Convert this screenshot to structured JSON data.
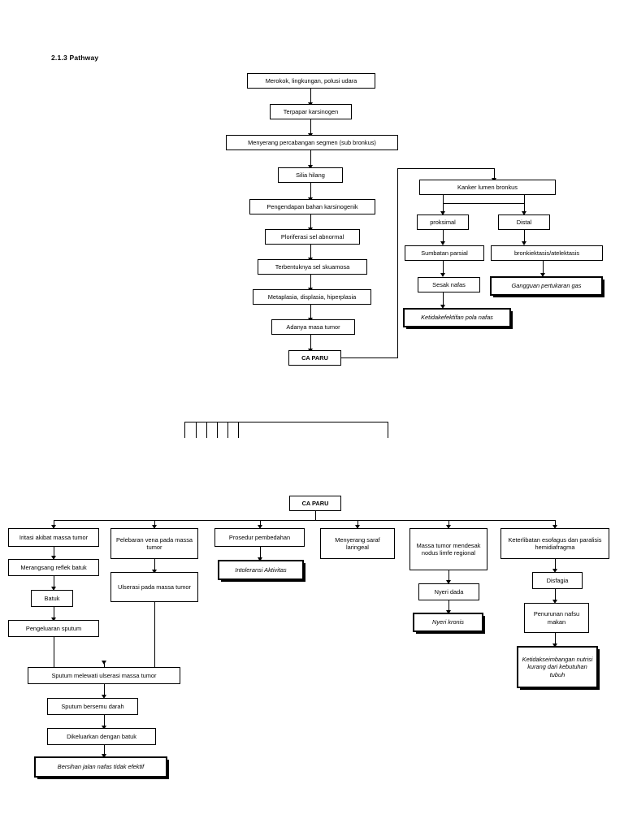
{
  "title": "2.1.3  Pathway",
  "diagram": {
    "type": "flowchart",
    "top": {
      "nodes": [
        {
          "id": "t1",
          "label": "Merokok, lingkungan, polusi udara"
        },
        {
          "id": "t2",
          "label": "Terpapar karsinogen"
        },
        {
          "id": "t3",
          "label": "Menyerang percabangan segmen (sub bronkus)"
        },
        {
          "id": "t4",
          "label": "Silia hilang"
        },
        {
          "id": "t5",
          "label": "Pengendapan bahan karsinogenik"
        },
        {
          "id": "t6",
          "label": "Ploriferasi sel abnormal"
        },
        {
          "id": "t7",
          "label": "Terbentuknya sel skuamosa"
        },
        {
          "id": "t8",
          "label": "Metaplasia, displasia, hiperplasia"
        },
        {
          "id": "t9",
          "label": "Adanya masa tumor"
        },
        {
          "id": "t10",
          "label": "CA PARU"
        }
      ],
      "right": [
        {
          "id": "r1",
          "label": "Kanker lumen bronkus"
        },
        {
          "id": "r2",
          "label": "proksimal"
        },
        {
          "id": "r3",
          "label": "Distal"
        },
        {
          "id": "r4",
          "label": "Sumbatan parsial"
        },
        {
          "id": "r5",
          "label": "bronkiektasis/atelektasis"
        },
        {
          "id": "r6",
          "label": "Sesak nafas"
        },
        {
          "id": "r7",
          "label": "Gangguan pertukaran gas",
          "style": "diagnosis"
        },
        {
          "id": "r8",
          "label": "Ketidakefektifan pola nafas",
          "style": "diagnosis"
        }
      ]
    },
    "bottom": {
      "root": {
        "id": "b0",
        "label": "CA PARU"
      },
      "branches": [
        {
          "id": "c1",
          "label": "Iritasi akibat massa tumor"
        },
        {
          "id": "c2",
          "label": "Pelebaran vena pada massa tumor"
        },
        {
          "id": "c3",
          "label": "Prosedur pembedahan"
        },
        {
          "id": "c4",
          "label": "Menyerang saraf laringeal"
        },
        {
          "id": "c5",
          "label": "Massa tumor mendesak nodus limfe regional"
        },
        {
          "id": "c6",
          "label": "Keterlibatan esofagus dan paralisis hemidiafragma"
        }
      ],
      "col1": [
        {
          "id": "d1",
          "label": "Merangsang reflek batuk"
        },
        {
          "id": "d2",
          "label": "Batuk"
        },
        {
          "id": "d3",
          "label": "Pengeluaran sputum"
        }
      ],
      "col2": [
        {
          "id": "e1",
          "label": "Ulserasi pada massa tumor"
        }
      ],
      "col3": [
        {
          "id": "f1",
          "label": "Intoleransi Aktivitas",
          "style": "diagnosis"
        }
      ],
      "col5": [
        {
          "id": "g1",
          "label": "Nyeri dada"
        },
        {
          "id": "g2",
          "label": "Nyeri kronis",
          "style": "diagnosis"
        }
      ],
      "col6": [
        {
          "id": "h1",
          "label": "Disfagia"
        },
        {
          "id": "h2",
          "label": "Penurunan nafsu makan"
        },
        {
          "id": "h3",
          "label": "Ketidakseimbangan nutrisi kurang dari kebutuhan tubuh",
          "style": "diagnosis"
        }
      ],
      "merge": [
        {
          "id": "m1",
          "label": "Sputum melewati ulserasi massa tumor"
        },
        {
          "id": "m2",
          "label": "Sputum bersemu darah"
        },
        {
          "id": "m3",
          "label": "Dikeluarkan dengan batuk"
        },
        {
          "id": "m4",
          "label": "Bersihan jalan nafas tidak efektif",
          "style": "diagnosis"
        }
      ]
    }
  }
}
